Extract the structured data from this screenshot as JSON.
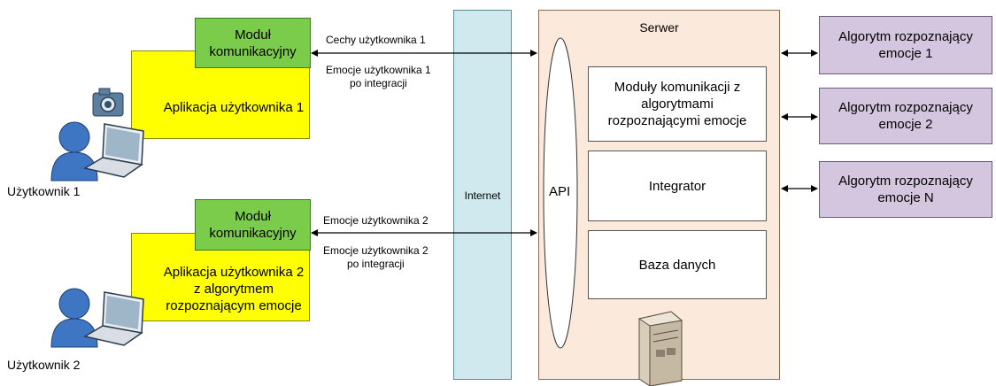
{
  "users": [
    {
      "name": "Użytkownik 1"
    },
    {
      "name": "Użytkownik 2"
    }
  ],
  "apps": [
    {
      "label": "Aplikacja użytkownika 1"
    },
    {
      "label": "Aplikacja użytkownika 2\nz algorytmem\nrozpoznającym emocje"
    }
  ],
  "comm_modules": [
    {
      "label": "Moduł\nkomunikacyjny"
    },
    {
      "label": "Moduł\nkomunikacyjny"
    }
  ],
  "flows": {
    "user1_out": "Cechy użytkownika 1",
    "user1_in": "Emocje użytkownika 1\npo integracji",
    "user2_out": "Emocje użytkownika 2",
    "user2_in": "Emocje użytkownika 2\npo integracji"
  },
  "internet": {
    "label": "Internet"
  },
  "server": {
    "title": "Serwer",
    "api": "API",
    "modules": "Moduły komunikacji z\nalgorytmami\nrozpoznającymi emocje",
    "integrator": "Integrator",
    "database": "Baza danych"
  },
  "algorithms": [
    {
      "label": "Algorytm rozpoznający\nemocje 1"
    },
    {
      "label": "Algorytm rozpoznający\nemocje 2"
    },
    {
      "label": "Algorytm rozpoznający\nemocje N"
    }
  ],
  "colors": {
    "app": "#ffff00",
    "comm_module": "#7ccc4c",
    "internet": "#cfe9ee",
    "server": "#fbe9dc",
    "algorithm": "#d3c6de"
  }
}
